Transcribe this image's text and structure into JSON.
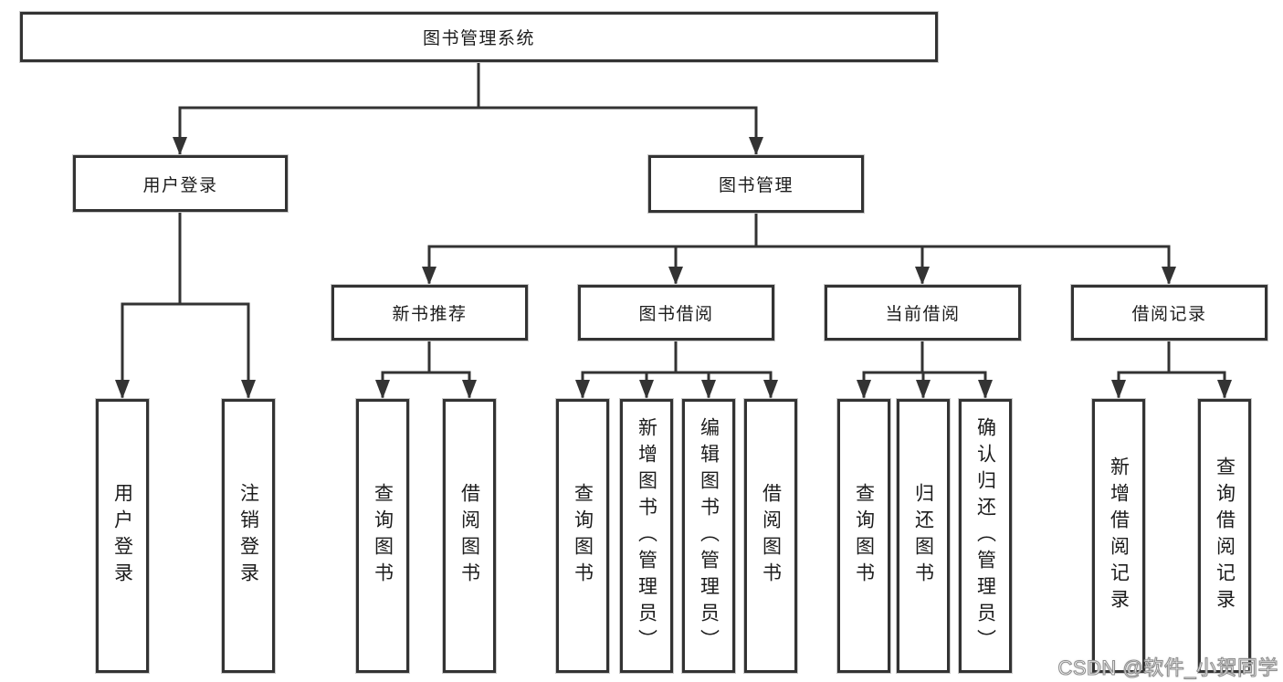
{
  "diagram": {
    "title": "图书管理系统",
    "tree": {
      "label": "图书管理系统",
      "children": [
        {
          "label": "用户登录",
          "children": [
            {
              "label": "用户登录"
            },
            {
              "label": "注销登录"
            }
          ]
        },
        {
          "label": "图书管理",
          "children": [
            {
              "label": "新书推荐",
              "children": [
                {
                  "label": "查询图书"
                },
                {
                  "label": "借阅图书"
                }
              ]
            },
            {
              "label": "图书借阅",
              "children": [
                {
                  "label": "查询图书"
                },
                {
                  "label": "新增图书（管理员）"
                },
                {
                  "label": "编辑图书（管理员）"
                },
                {
                  "label": "借阅图书"
                }
              ]
            },
            {
              "label": "当前借阅",
              "children": [
                {
                  "label": "查询图书"
                },
                {
                  "label": "归还图书"
                },
                {
                  "label": "确认归还（管理员）"
                }
              ]
            },
            {
              "label": "借阅记录",
              "children": [
                {
                  "label": "新增借阅记录"
                },
                {
                  "label": "查询借阅记录"
                }
              ]
            }
          ]
        }
      ]
    },
    "colors": {
      "line": "#333333",
      "box_border": "#333333",
      "text": "#1c1c1c",
      "background": "#ffffff",
      "watermark_fill": "#ffffff",
      "watermark_outline": "#8f8f8f"
    }
  },
  "watermark": {
    "text": "CSDN @软件_小贺同学"
  }
}
